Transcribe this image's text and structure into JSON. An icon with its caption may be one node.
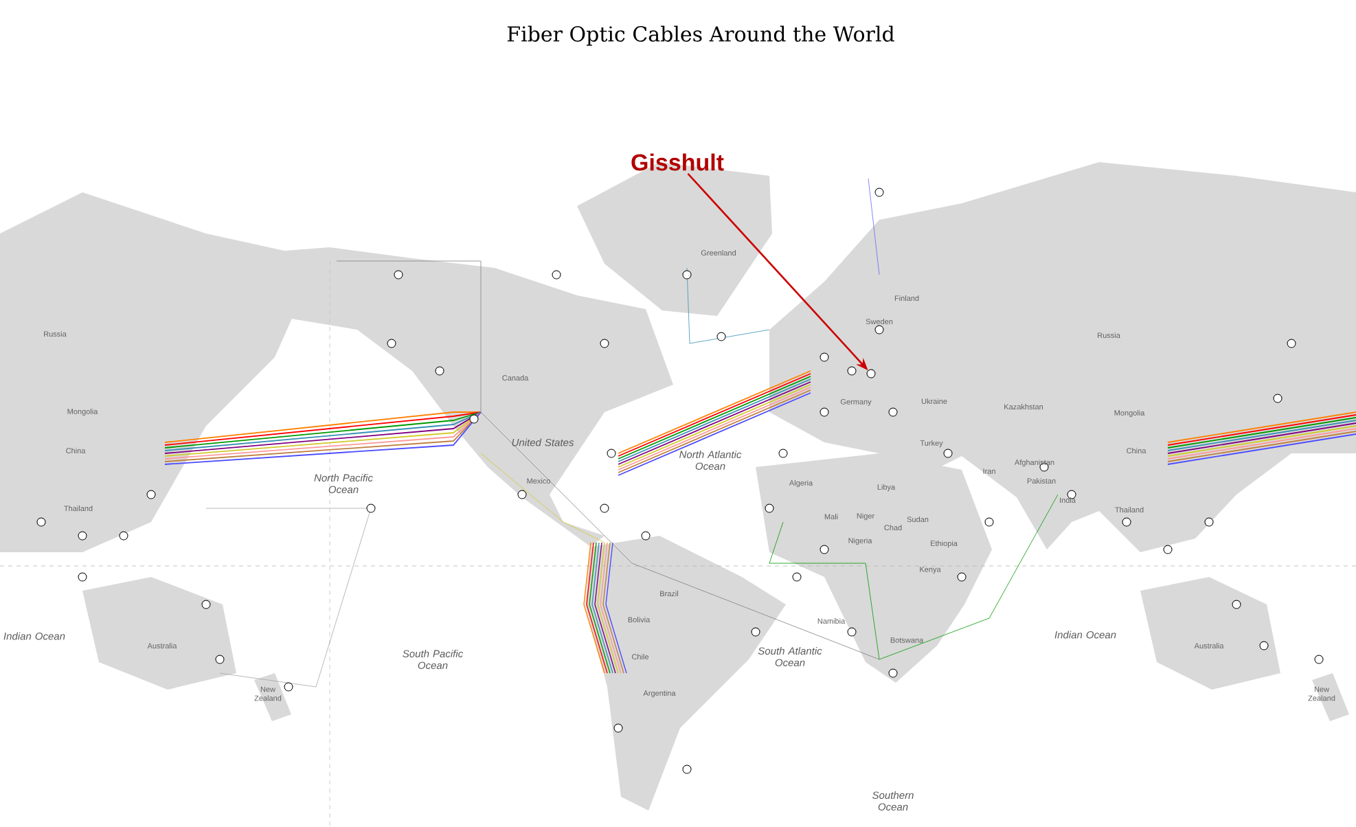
{
  "diagram": {
    "title": "Fiber Optic Cables Around the World",
    "nodes": [
      {
        "text": [
          "Gisshult"
        ]
      },
      {
        "text": [],
        "shape": "circle"
      }
    ],
    "edges": [
      {
        "from": 0,
        "to": 1,
        "arrow": "to"
      }
    ],
    "labels": [
      "Russia",
      "Mongolia",
      "China",
      "Thailand",
      "North Pacific Ocean",
      "Indian Ocean",
      "Australia",
      "New Zealand",
      "South Pacific Ocean",
      "Canada",
      "Greenland",
      "United States",
      "Mexico",
      "North Atlantic Ocean",
      "Brazil",
      "Bolivia",
      "Chile",
      "Argentina",
      "South Atlantic Ocean",
      "Southern Ocean",
      "Finland",
      "Sweden",
      "Germany",
      "Ukraine",
      "Turkey",
      "Algeria",
      "Libya",
      "Mali",
      "Niger",
      "Chad",
      "Nigeria",
      "Sudan",
      "Ethiopia",
      "Kenya",
      "Namibia",
      "Botswana",
      "Kazakhstan",
      "Afghanistan",
      "Iran",
      "Pakistan",
      "Russia",
      "Mongolia",
      "China",
      "India",
      "Thailand",
      "Indian Ocean",
      "Australia",
      "New Zealand"
    ]
  }
}
